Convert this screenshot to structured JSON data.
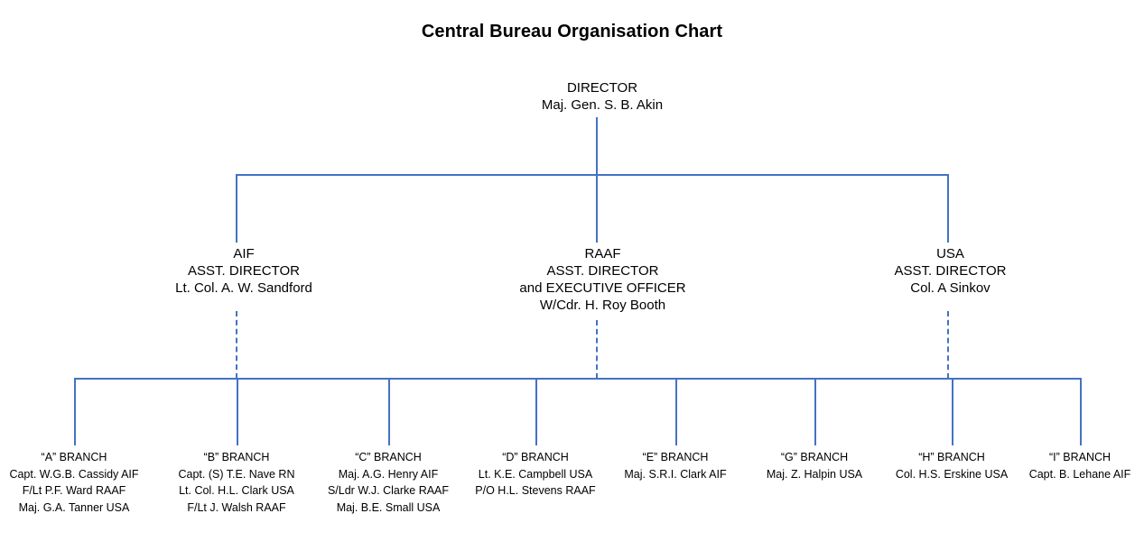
{
  "title": "Central Bureau Organisation Chart",
  "accent_color": "#4472C4",
  "chart_data": {
    "type": "diagram",
    "diagram_kind": "organisation-chart",
    "title": "Central Bureau Organisation Chart",
    "root": {
      "heading": "DIRECTOR",
      "person": "Maj. Gen. S. B. Akin"
    },
    "assistant_directors": [
      {
        "id": "aif",
        "service": "AIF",
        "role": "ASST. DIRECTOR",
        "person": "Lt. Col. A. W. Sandford"
      },
      {
        "id": "raaf",
        "service": "RAAF",
        "role": "ASST. DIRECTOR",
        "role2": "and EXECUTIVE OFFICER",
        "person": "W/Cdr. H. Roy Booth"
      },
      {
        "id": "usa",
        "service": "USA",
        "role": "ASST. DIRECTOR",
        "person": "Col. A Sinkov"
      }
    ],
    "branches": [
      {
        "id": "a",
        "label": "“A” BRANCH",
        "members": [
          "Capt. W.G.B. Cassidy AIF",
          "F/Lt P.F. Ward RAAF",
          "Maj. G.A. Tanner USA"
        ]
      },
      {
        "id": "b",
        "label": "“B” BRANCH",
        "members": [
          "Capt. (S) T.E. Nave RN",
          "Lt. Col. H.L. Clark USA",
          "F/Lt J. Walsh RAAF"
        ]
      },
      {
        "id": "c",
        "label": "“C” BRANCH",
        "members": [
          "Maj. A.G. Henry AIF",
          "S/Ldr W.J. Clarke RAAF",
          "Maj. B.E. Small USA"
        ]
      },
      {
        "id": "d",
        "label": "“D” BRANCH",
        "members": [
          "Lt. K.E. Campbell USA",
          "P/O H.L. Stevens RAAF"
        ]
      },
      {
        "id": "e",
        "label": "“E” BRANCH",
        "members": [
          "Maj. S.R.I. Clark AIF"
        ]
      },
      {
        "id": "g",
        "label": "“G” BRANCH",
        "members": [
          "Maj. Z. Halpin USA"
        ]
      },
      {
        "id": "h",
        "label": "“H” BRANCH",
        "members": [
          "Col. H.S. Erskine USA"
        ]
      },
      {
        "id": "i",
        "label": "“I” BRANCH",
        "members": [
          "Capt. B. Lehane AIF"
        ]
      }
    ]
  }
}
